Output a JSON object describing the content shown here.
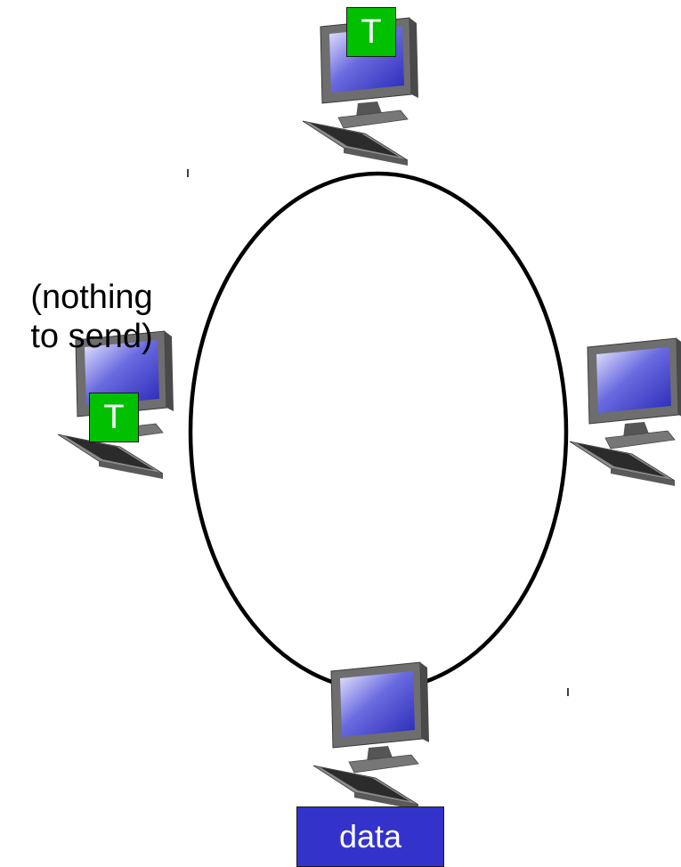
{
  "nodes": [
    {
      "id": "top",
      "icon": "desktop-computer-icon",
      "holds_token": true
    },
    {
      "id": "left",
      "icon": "desktop-computer-icon",
      "holds_token": true,
      "note": "(nothing\nto send)"
    },
    {
      "id": "right",
      "icon": "desktop-computer-icon",
      "holds_token": false
    },
    {
      "id": "bottom",
      "icon": "desktop-computer-icon",
      "holds_token": false,
      "sends": "data"
    }
  ],
  "token_label": "T",
  "note_line1": "(nothing",
  "note_line2": "to send)",
  "data_label": "data",
  "colors": {
    "token": "#00c000",
    "data": "#3333cc",
    "ring": "#000000",
    "screen": "#3a3ad0"
  }
}
